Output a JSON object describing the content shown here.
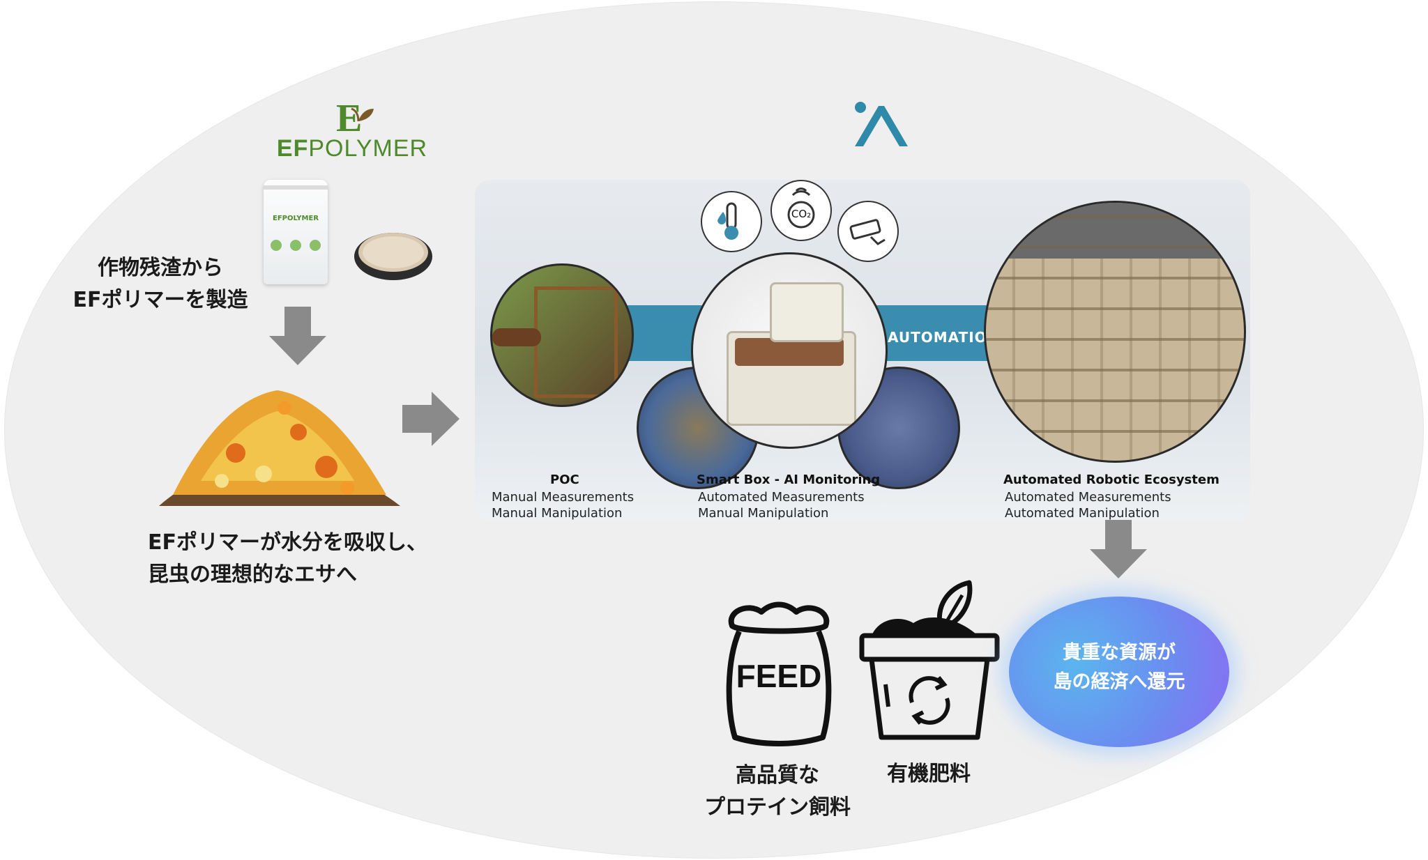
{
  "efpolymer": {
    "logo_letter": "E",
    "logo_bold": "EF",
    "logo_rest": "POLYMER",
    "package_brand": "EFPOLYMER",
    "text_make": [
      "作物残渣から",
      "EFポリマーを製造"
    ],
    "text_absorb": [
      "EFポリマーが水分を吸収し、",
      "昆虫の理想的なエサへ"
    ]
  },
  "panel": {
    "automation_label": "AUTOMATION",
    "co2_label": "CO₂",
    "stages": [
      {
        "title": "POC",
        "lines": [
          "Manual Measurements",
          "Manual Manipulation"
        ]
      },
      {
        "title": "Smart Box - AI Monitoring",
        "lines": [
          "Automated Measurements",
          "Manual Manipulation"
        ]
      },
      {
        "title": "Automated Robotic Ecosystem",
        "lines": [
          "Automated Measurements",
          "Automated Manipulation"
        ]
      }
    ]
  },
  "outputs": {
    "feed_bag_label": "FEED",
    "feed_caption": [
      "高品質な",
      "プロテイン飼料"
    ],
    "fertilizer_caption": "有機肥料",
    "return_text": [
      "貴重な資源が",
      "島の経済へ還元"
    ]
  },
  "colors": {
    "efpolymer_green": "#4e8a2b",
    "teal_arrow": "#2e8aa8",
    "panel_arrow": "#3b8db0",
    "gray_arrow": "#8a8a8a",
    "blob_start": "#5bb5ee",
    "blob_end": "#8b6cf2"
  }
}
